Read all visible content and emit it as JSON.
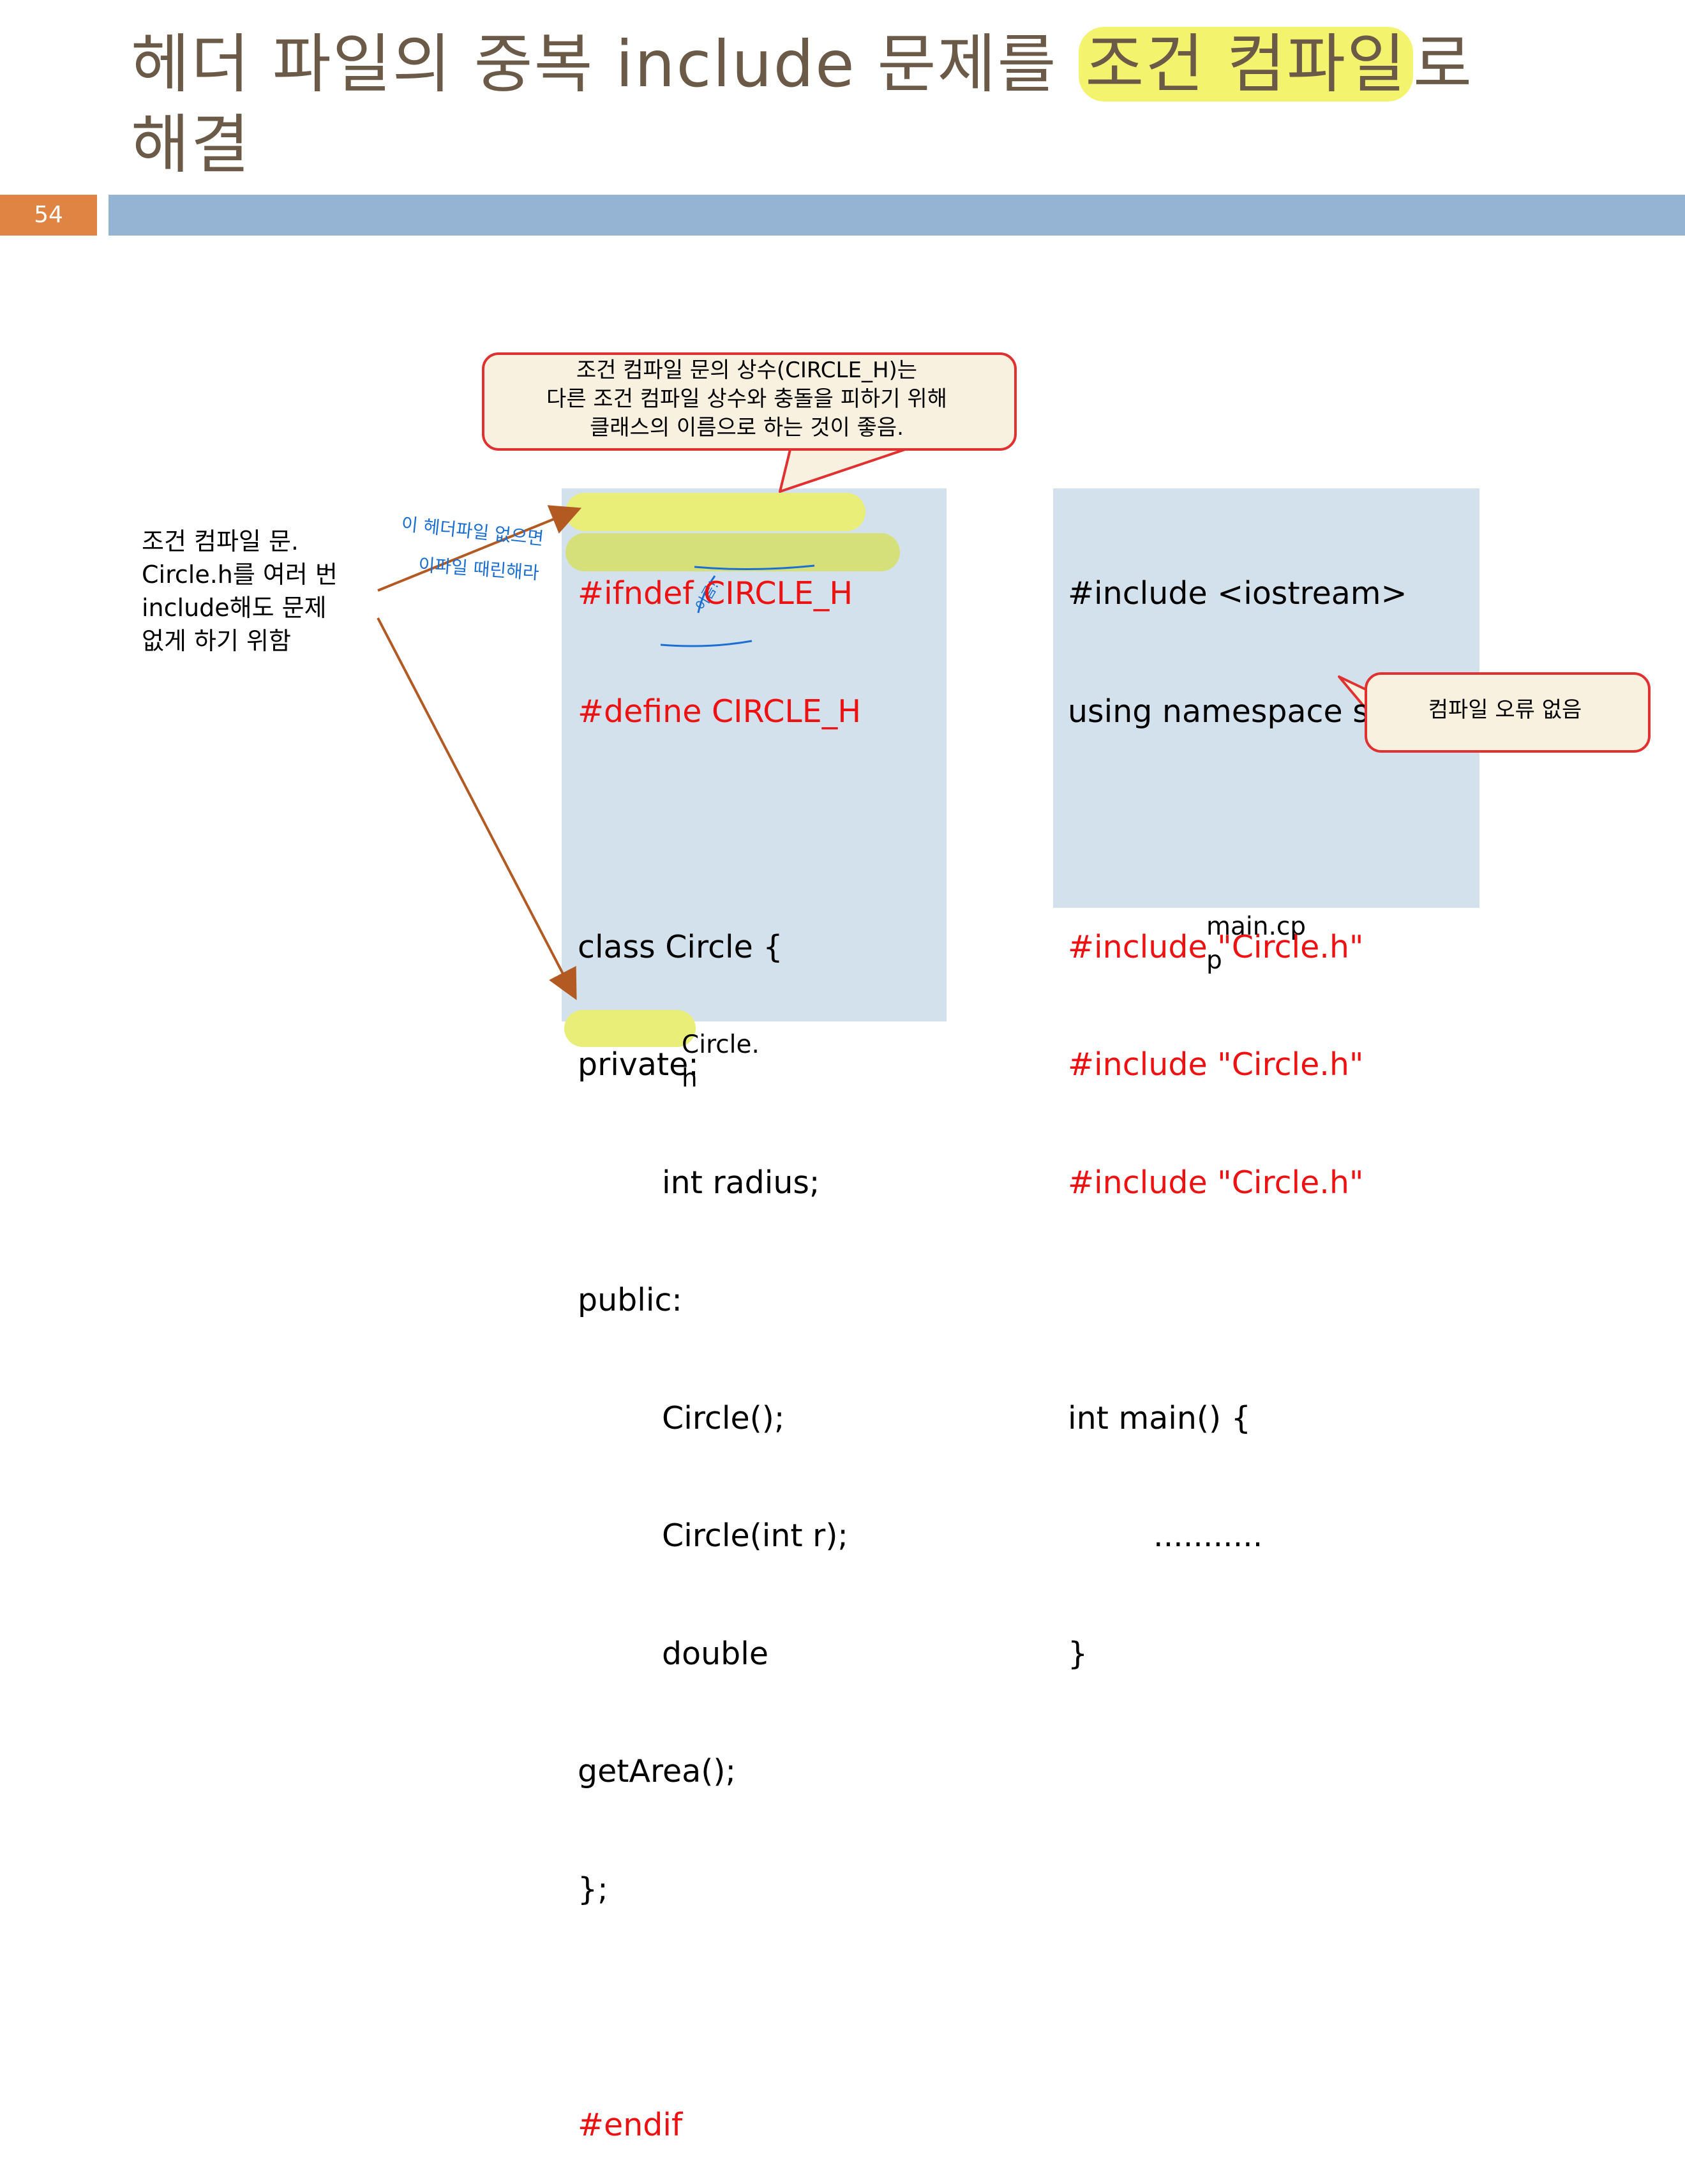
{
  "title": {
    "line1_before": "헤더 파일의 중복 include 문제를 ",
    "line1_highlight": "조건 컴파일",
    "line1_after": "로",
    "line2": "해결"
  },
  "page_number": "54",
  "callout_top": {
    "line1": "조건 컴파일 문의 상수(CIRCLE_H)는",
    "line2": "다른 조건 컴파일 상수와 충돌을 피하기 위해",
    "line3_underlined": "클래스의 이름",
    "line3_rest": "으로 하는 것이 좋음."
  },
  "side_note": {
    "line1": "조건 컴파일 문.",
    "line2": "Circle.h를 여러 번",
    "line3": "include해도 문제",
    "line4": "없게 하기 위함"
  },
  "handwritten": {
    "note1": "이 헤더파일 없으면",
    "note2": "이파일 때린해라",
    "note3": "이름!"
  },
  "circle_h_code": {
    "ifndef": "#ifndef CIRCLE_H",
    "define": "#define CIRCLE_H",
    "class_decl": "class Circle {",
    "private": "private:",
    "radius": "int radius;",
    "public": "public:",
    "ctor1": "Circle();",
    "ctor2": "Circle(int r);",
    "double_kw": "double",
    "get_area": "getArea();",
    "close": "};",
    "endif": "#endif"
  },
  "circle_h_label": {
    "line1": "Circle.",
    "line2": "h"
  },
  "main_cpp_code": {
    "inc_iostream": "#include <iostream>",
    "using": "using namespace std;",
    "inc1": "#include \"Circle.h\"",
    "inc2": "#include \"Circle.h\"",
    "inc3": "#include \"Circle.h\"",
    "main_sig": "int main() {",
    "dots": "...........",
    "close": "}"
  },
  "main_cpp_label": {
    "line1": "main.cp",
    "line2": "p"
  },
  "callout_right": "컴파일 오류 없음",
  "colors": {
    "title": "#6b5a47",
    "page_number_bg": "#df8443",
    "header_bar": "#95b3d2",
    "code_box": "#d3e1ed",
    "code_red": "#ee1111",
    "highlight": "#f3f36d",
    "callout_border": "#e03030",
    "callout_fill": "#f9f1df",
    "arrow": "#b35a23",
    "ink_blue": "#1a6fd0"
  }
}
